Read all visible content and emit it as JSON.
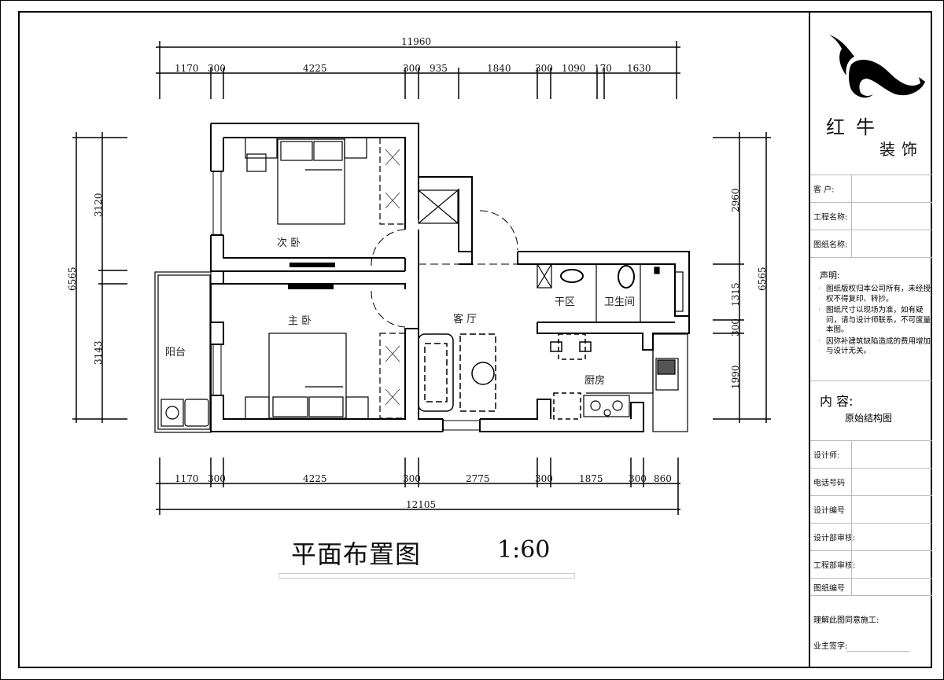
{
  "drawing": {
    "title": "平面布置图",
    "scale": "1:60"
  },
  "dimensions": {
    "top_total": "11960",
    "top_segments": [
      "1170",
      "300",
      "4225",
      "300",
      "935",
      "1840",
      "300",
      "1090",
      "170",
      "1630"
    ],
    "bottom_total": "12105",
    "bottom_segments": [
      "1170",
      "300",
      "4225",
      "300",
      "2775",
      "300",
      "1875",
      "300",
      "860"
    ],
    "left_total": "6565",
    "left_segments": [
      "3120",
      "3143"
    ],
    "right_total": "6565",
    "right_segments": [
      "2960",
      "1315",
      "300",
      "1990"
    ]
  },
  "rooms": {
    "second_bedroom": "次  卧",
    "master_bedroom": "主  卧",
    "balcony": "阳台",
    "living_room": "客  厅",
    "dry_area": "干区",
    "bathroom": "卫生间",
    "kitchen": "厨房"
  },
  "title_block": {
    "brand_line1": "红牛",
    "brand_line2": "装饰",
    "client_label": "客    户:",
    "project_name_label": "工程名称:",
    "drawing_name_label": "图纸名称:",
    "declaration_title": "声明:",
    "declarations": [
      "图纸版权归本公司所有，未经授权不得复印、转抄。",
      "图纸尺寸以现场为准，如有疑问，请与设计师联系，不可度量本图。",
      "因弥补建筑缺陷造成的费用增加与设计无关。"
    ],
    "content_label": "内 容:",
    "content_value": "原始结构图",
    "designer_label": "设计师:",
    "phone_label": "电话号码",
    "design_no_label": "设计编号",
    "design_review_label": "设计部审核:",
    "engineering_review_label": "工程部审核:",
    "drawing_no_label": "图纸编号",
    "agree_label": "理解此图同意施工:",
    "owner_sign_label": "业主签字:"
  }
}
